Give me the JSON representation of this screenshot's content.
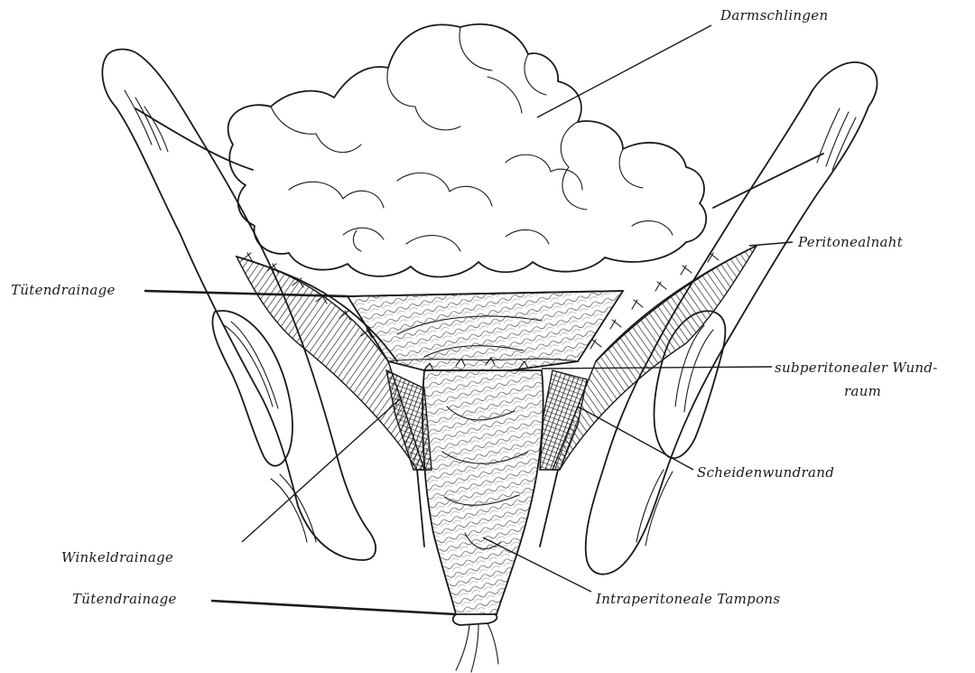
{
  "labels": {
    "darmschlingen": "Darmschlingen",
    "peritonealnaht": "Peritonealnaht",
    "tuetendrainage_top": "Tütendrainage",
    "subperitonealer_line1": "subperitonealer Wund-",
    "subperitonealer_line2": "raum",
    "scheidenwundrand": "Scheidenwundrand",
    "winkeldrainage": "Winkeldrainage",
    "tuetendrainage_bottom": "Tütendrainage",
    "intraperitoneale_tampons": "Intraperitoneale Tampons"
  },
  "colors": {
    "ink": "#1a1a1a",
    "paper": "#ffffff"
  }
}
